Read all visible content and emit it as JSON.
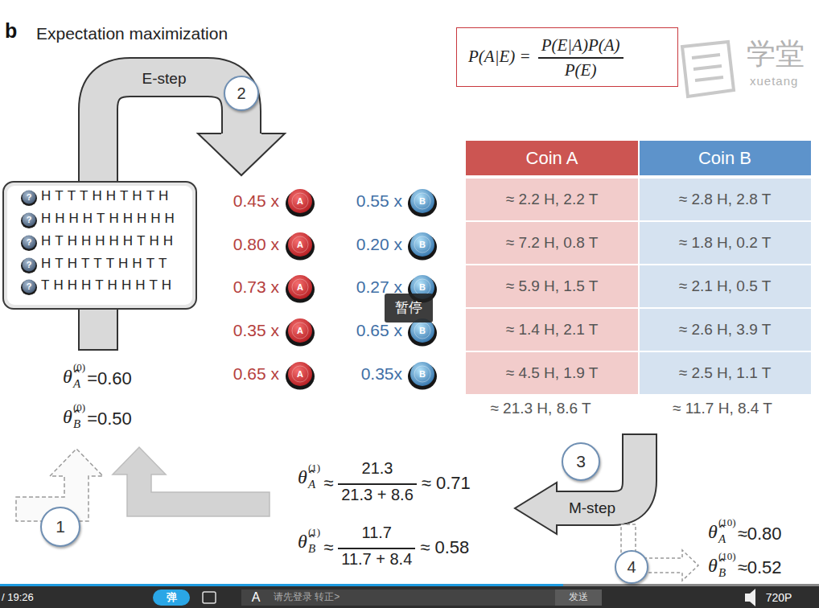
{
  "diagram": {
    "title": "Expectation maximization",
    "nodes": [
      {
        "text": [
          "P(A|E) =",
          "P(E|A)P(A)",
          "P(E)"
        ]
      },
      {
        "text": [
          "HTTTHHTHTH",
          "HHHHTHHHHH",
          "HTHHHHHTHH",
          "HTHTTTHHTT",
          "THHHTHHHTH"
        ]
      },
      {
        "text": [
          "2"
        ]
      },
      {
        "text": [
          "暂停"
        ]
      },
      {
        "text": [
          "1"
        ]
      },
      {
        "text": [
          "3"
        ]
      },
      {
        "text": [
          "4"
        ]
      }
    ],
    "labels": [
      "b",
      "学堂",
      "xuetang",
      "E-step",
      "?",
      "?",
      "?",
      "?",
      "?",
      "0.45 x",
      "A",
      "0.55 x",
      "B",
      "0.80 x",
      "A",
      "0.20 x",
      "B",
      "0.73 x",
      "A",
      "0.27 x",
      "B",
      "0.35 x",
      "A",
      "0.65 x",
      "B",
      "0.65 x",
      "A",
      "0.35x",
      "B",
      "Coin A",
      "Coin B",
      "≈ 2.2 H, 2.2 T",
      "≈ 2.8 H, 2.8 T",
      "≈ 7.2 H, 0.8 T",
      "≈ 1.8 H, 0.2 T",
      "≈ 5.9 H, 1.5 T",
      "≈ 2.1 H, 0.5 T",
      "≈ 1.4 H, 2.1 T",
      "≈ 2.6 H, 3.9 T",
      "≈ 4.5 H, 1.9 T",
      "≈ 2.5 H, 1.1 T",
      "≈ 21.3 H, 8.6 T",
      "≈ 11.7 H, 8.4 T",
      "M-step",
      "θ̂",
      "A",
      "(0)",
      "=0.60",
      "θ̂",
      "B",
      "(0)",
      "=0.50",
      "θ̂",
      "A",
      "(1)",
      "≈",
      "21.3",
      "21.3 + 8.6",
      "≈ 0.71",
      "θ̂",
      "B",
      "(1)",
      "≈",
      "11.7",
      "11.7 + 8.4",
      "≈ 0.58",
      "θ̂",
      "A",
      "(10)",
      "≈0.80",
      "θ̂",
      "B",
      "(10)",
      "≈0.52",
      "/ 19:26",
      "弹",
      "A",
      "请先登录 转正>",
      "发送",
      "720P"
    ]
  }
}
